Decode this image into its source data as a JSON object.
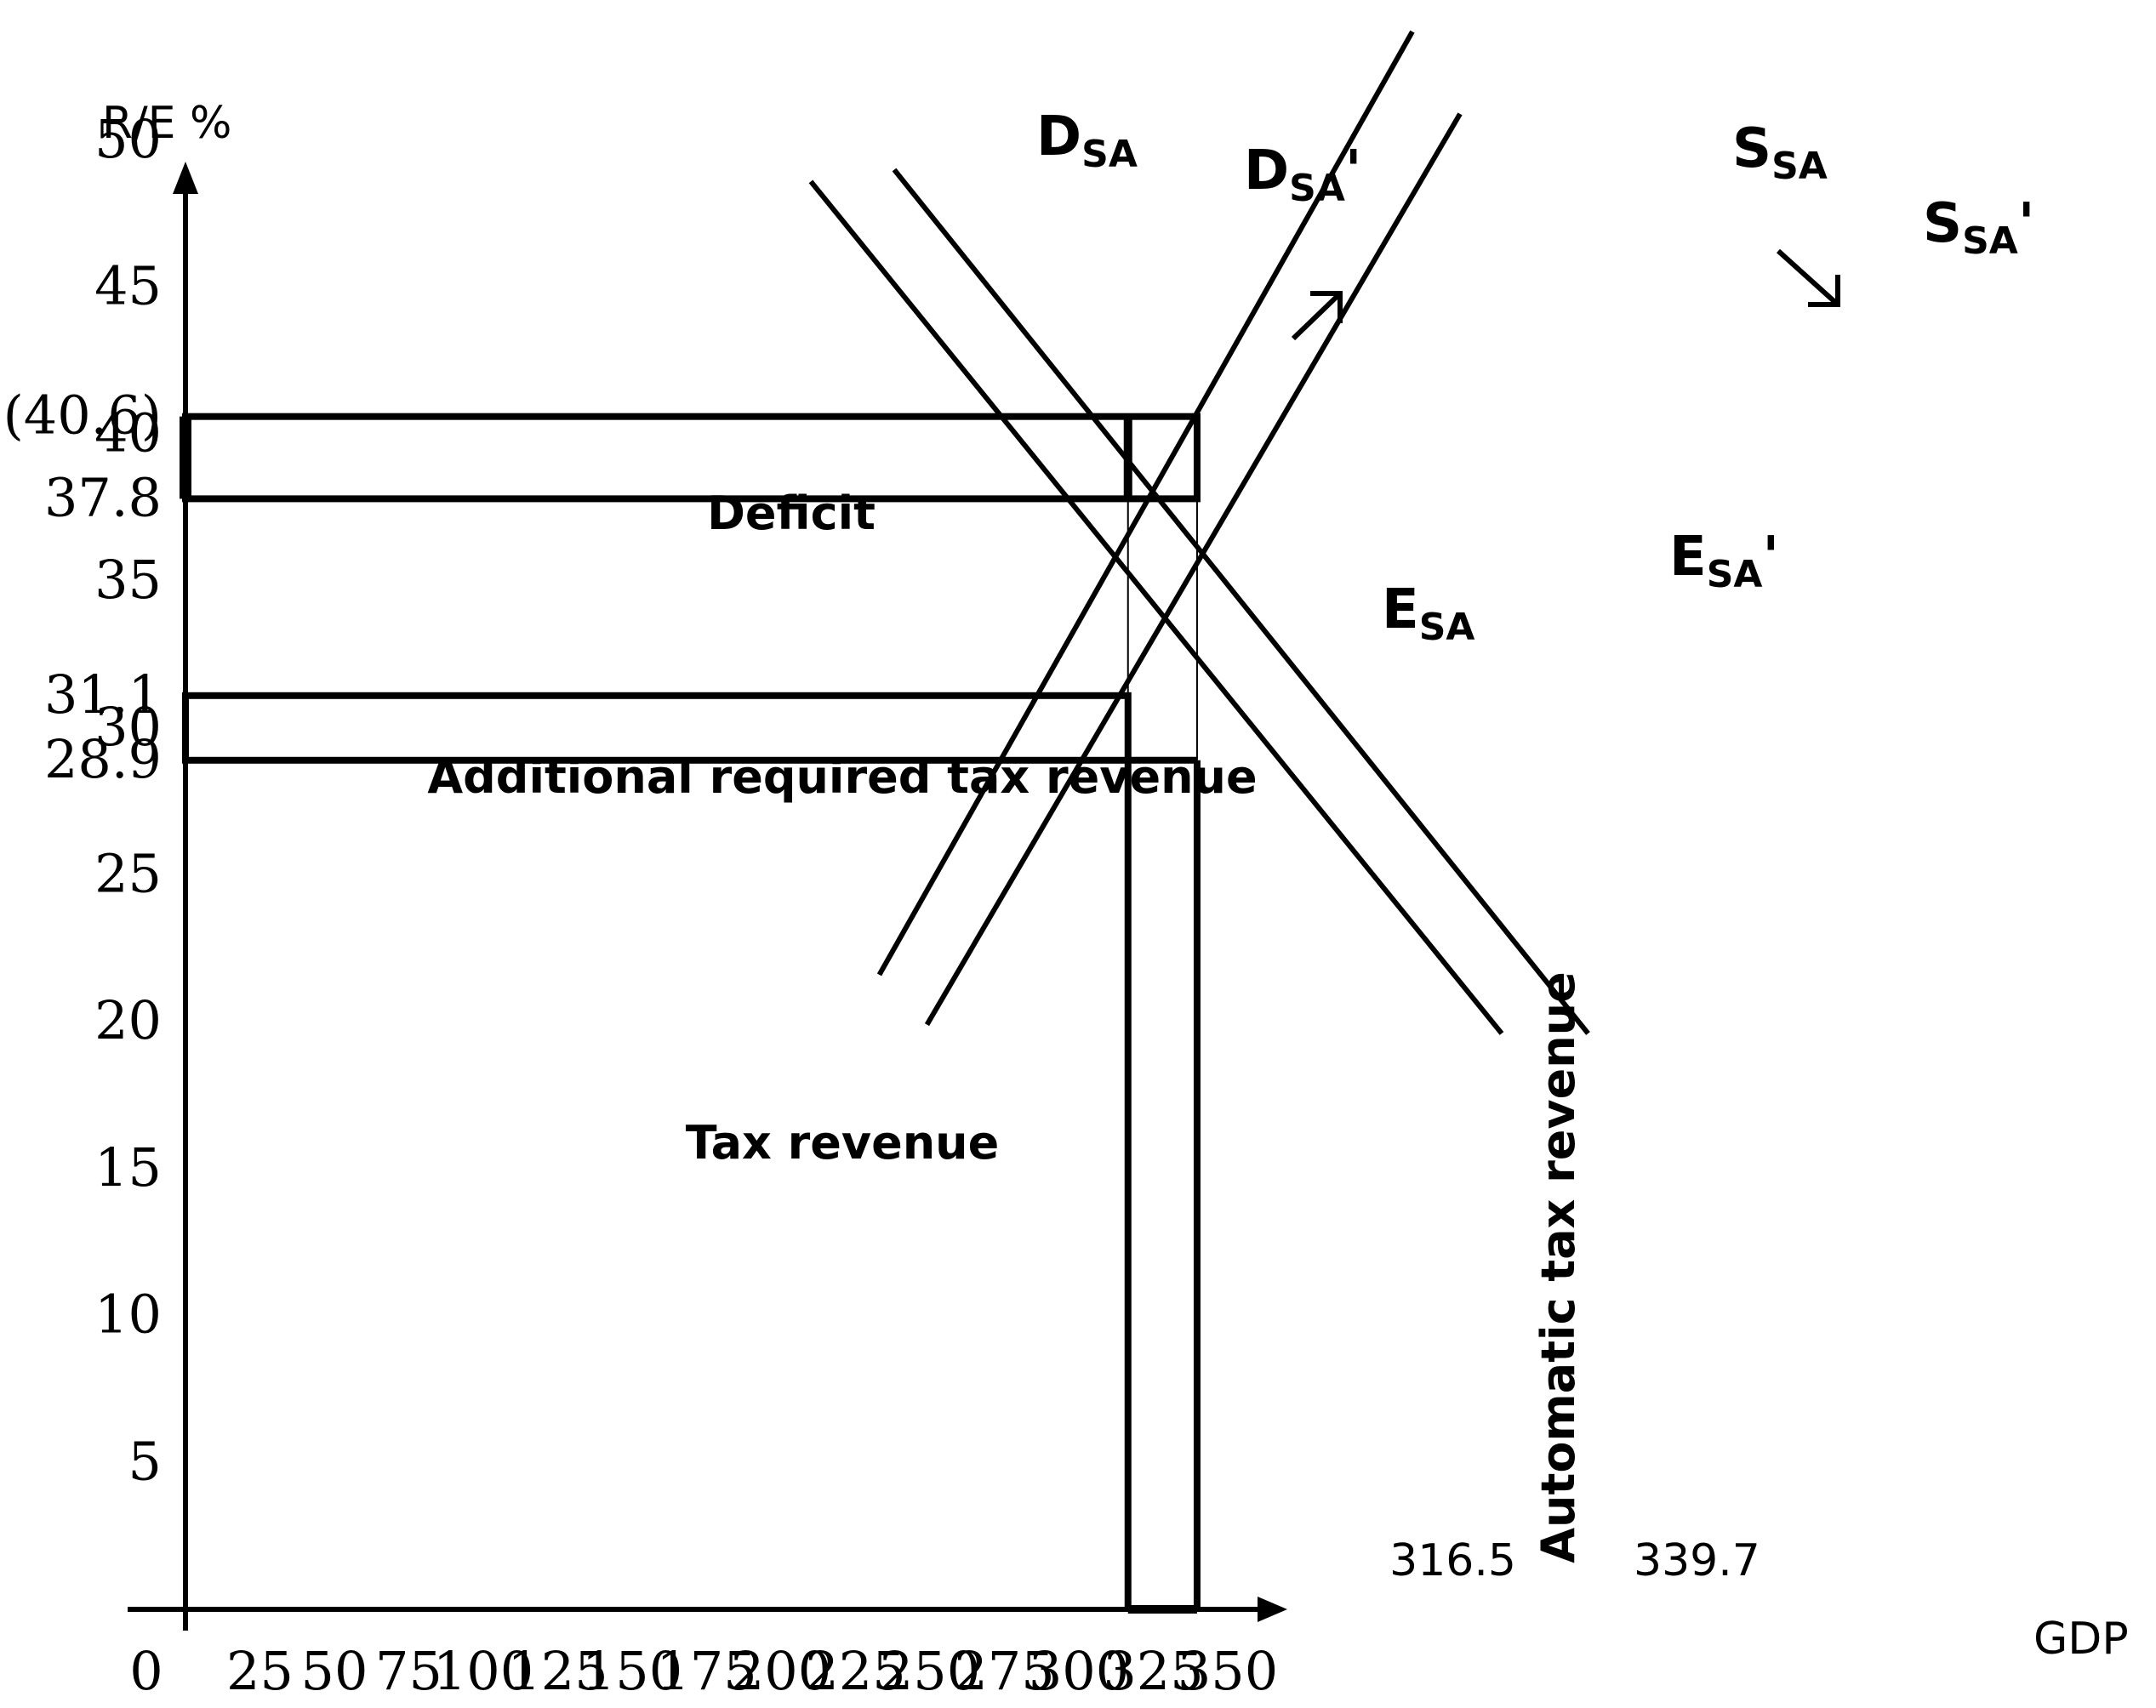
{
  "chart_data": {
    "type": "line",
    "xlabel": "GDP",
    "ylabel": "R/E %",
    "xlim": [
      0,
      350
    ],
    "ylim": [
      0,
      50
    ],
    "x_ticks": [
      "0",
      "25",
      "50",
      "75",
      "100",
      "125",
      "150",
      "175",
      "200",
      "225",
      "250",
      "275",
      "300",
      "325",
      "350"
    ],
    "y_ticks": [
      {
        "value": 5,
        "label": "5"
      },
      {
        "value": 10,
        "label": "10"
      },
      {
        "value": 15,
        "label": "15"
      },
      {
        "value": 20,
        "label": "20"
      },
      {
        "value": 25,
        "label": "25"
      },
      {
        "value": 28.9,
        "label": "28.9"
      },
      {
        "value": 30,
        "label": "30"
      },
      {
        "value": 31.1,
        "label": "31.1"
      },
      {
        "value": 35,
        "label": "35"
      },
      {
        "value": 37.8,
        "label": "37.8"
      },
      {
        "value": 40,
        "label": "40"
      },
      {
        "value": 40.6,
        "label": "(40.6)"
      },
      {
        "value": 45,
        "label": "45"
      },
      {
        "value": 50,
        "label": "50"
      }
    ],
    "curves": [
      {
        "id": "d1",
        "label": "D",
        "sub": "SA",
        "prime": "",
        "x": [
          210,
          442
        ],
        "y": [
          48.6,
          19.6
        ]
      },
      {
        "id": "d2",
        "label": "D",
        "sub": "SA",
        "prime": "'",
        "x": [
          238,
          471
        ],
        "y": [
          49,
          19.6
        ]
      },
      {
        "id": "s1",
        "label": "S",
        "sub": "SA",
        "prime": "",
        "x": [
          233,
          412
        ],
        "y": [
          21.6,
          53.7
        ]
      },
      {
        "id": "s2",
        "label": "S",
        "sub": "SA",
        "prime": "'",
        "x": [
          249,
          428
        ],
        "y": [
          19.9,
          50.9
        ]
      }
    ],
    "equilibria": [
      {
        "id": "e1",
        "label": "E",
        "sub": "SA",
        "prime": "",
        "x": 316.5,
        "y": 37.8
      },
      {
        "id": "e2",
        "label": "E",
        "sub": "SA",
        "prime": "'",
        "x": 339.7,
        "y": 37.8
      }
    ],
    "x_annotations": [
      {
        "value": 316.5,
        "label": "316.5"
      },
      {
        "value": 339.7,
        "label": "339.7"
      }
    ],
    "regions": [
      {
        "id": "deficit",
        "label": "Deficit",
        "x0": 0,
        "x1": 339.7,
        "y0": 37.8,
        "y1": 40.6
      },
      {
        "id": "additional",
        "label": "Additional required tax revenue",
        "x0": 0,
        "x1": 316.5,
        "y0": 28.9,
        "y1": 31.1
      },
      {
        "id": "tax",
        "label": "Tax revenue",
        "x0": 0,
        "x1": 316.5,
        "y0": 0,
        "y1": 28.9
      },
      {
        "id": "automatic",
        "label": "Automatic tax revenue",
        "x0": 316.5,
        "x1": 339.7,
        "y0": 0,
        "y1": 28.9
      }
    ]
  }
}
